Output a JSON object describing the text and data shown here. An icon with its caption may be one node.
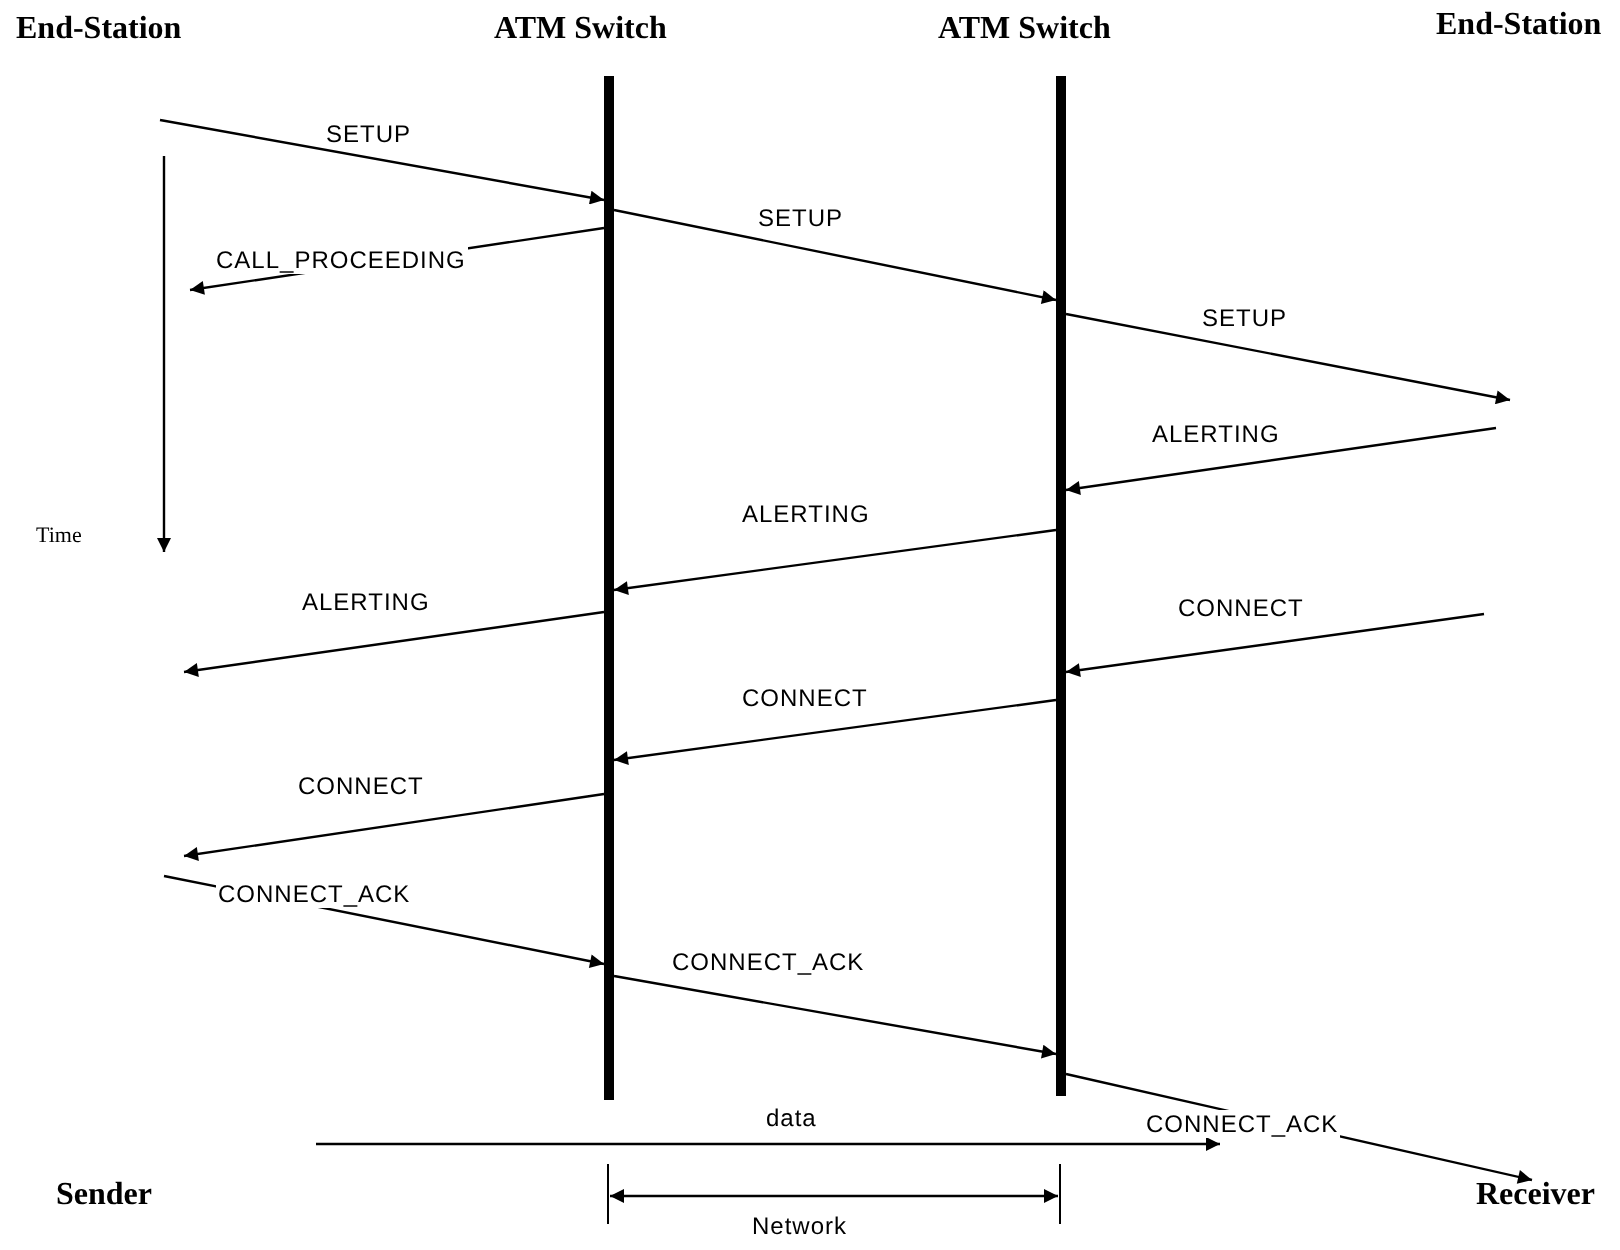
{
  "diagram": {
    "nodes": [
      {
        "text": [],
        "shape": "bar"
      },
      {
        "text": [],
        "shape": "bar"
      },
      {
        "text": [
          "Receiver"
        ]
      }
    ],
    "edges": [
      {
        "from": null,
        "to": 0,
        "arrow": "to",
        "label": "SETUP"
      },
      {
        "from": 0,
        "to": 1,
        "arrow": "to",
        "label": "SETUP"
      },
      {
        "from": 0,
        "to": null,
        "arrow": "to",
        "label": "CALL_PROCEEDING"
      },
      {
        "from": 1,
        "to": null,
        "arrow": "to",
        "label": "SETUP"
      },
      {
        "from": null,
        "to": 1,
        "arrow": "to",
        "label": "ALERTING"
      },
      {
        "from": 1,
        "to": 0,
        "arrow": "to",
        "label": "ALERTING"
      },
      {
        "from": 0,
        "to": null,
        "arrow": "to",
        "label": "ALERTING"
      },
      {
        "from": null,
        "to": 1,
        "arrow": "to",
        "label": "CONNECT"
      },
      {
        "from": 1,
        "to": 0,
        "arrow": "to",
        "label": "CONNECT"
      },
      {
        "from": 0,
        "to": null,
        "arrow": "to",
        "label": "CONNECT"
      },
      {
        "from": null,
        "to": 0,
        "arrow": "to",
        "label": "CONNECT_ACK"
      },
      {
        "from": 0,
        "to": 1,
        "arrow": "to",
        "label": "CONNECT_ACK"
      },
      {
        "from": 1,
        "to": 2,
        "arrow": "to",
        "label": "CONNECT_ACK"
      }
    ],
    "labels": [
      "End-Station",
      "ATM Switch",
      "ATM Switch",
      "End-Station",
      "Time",
      "data",
      "Sender",
      "Network"
    ]
  }
}
